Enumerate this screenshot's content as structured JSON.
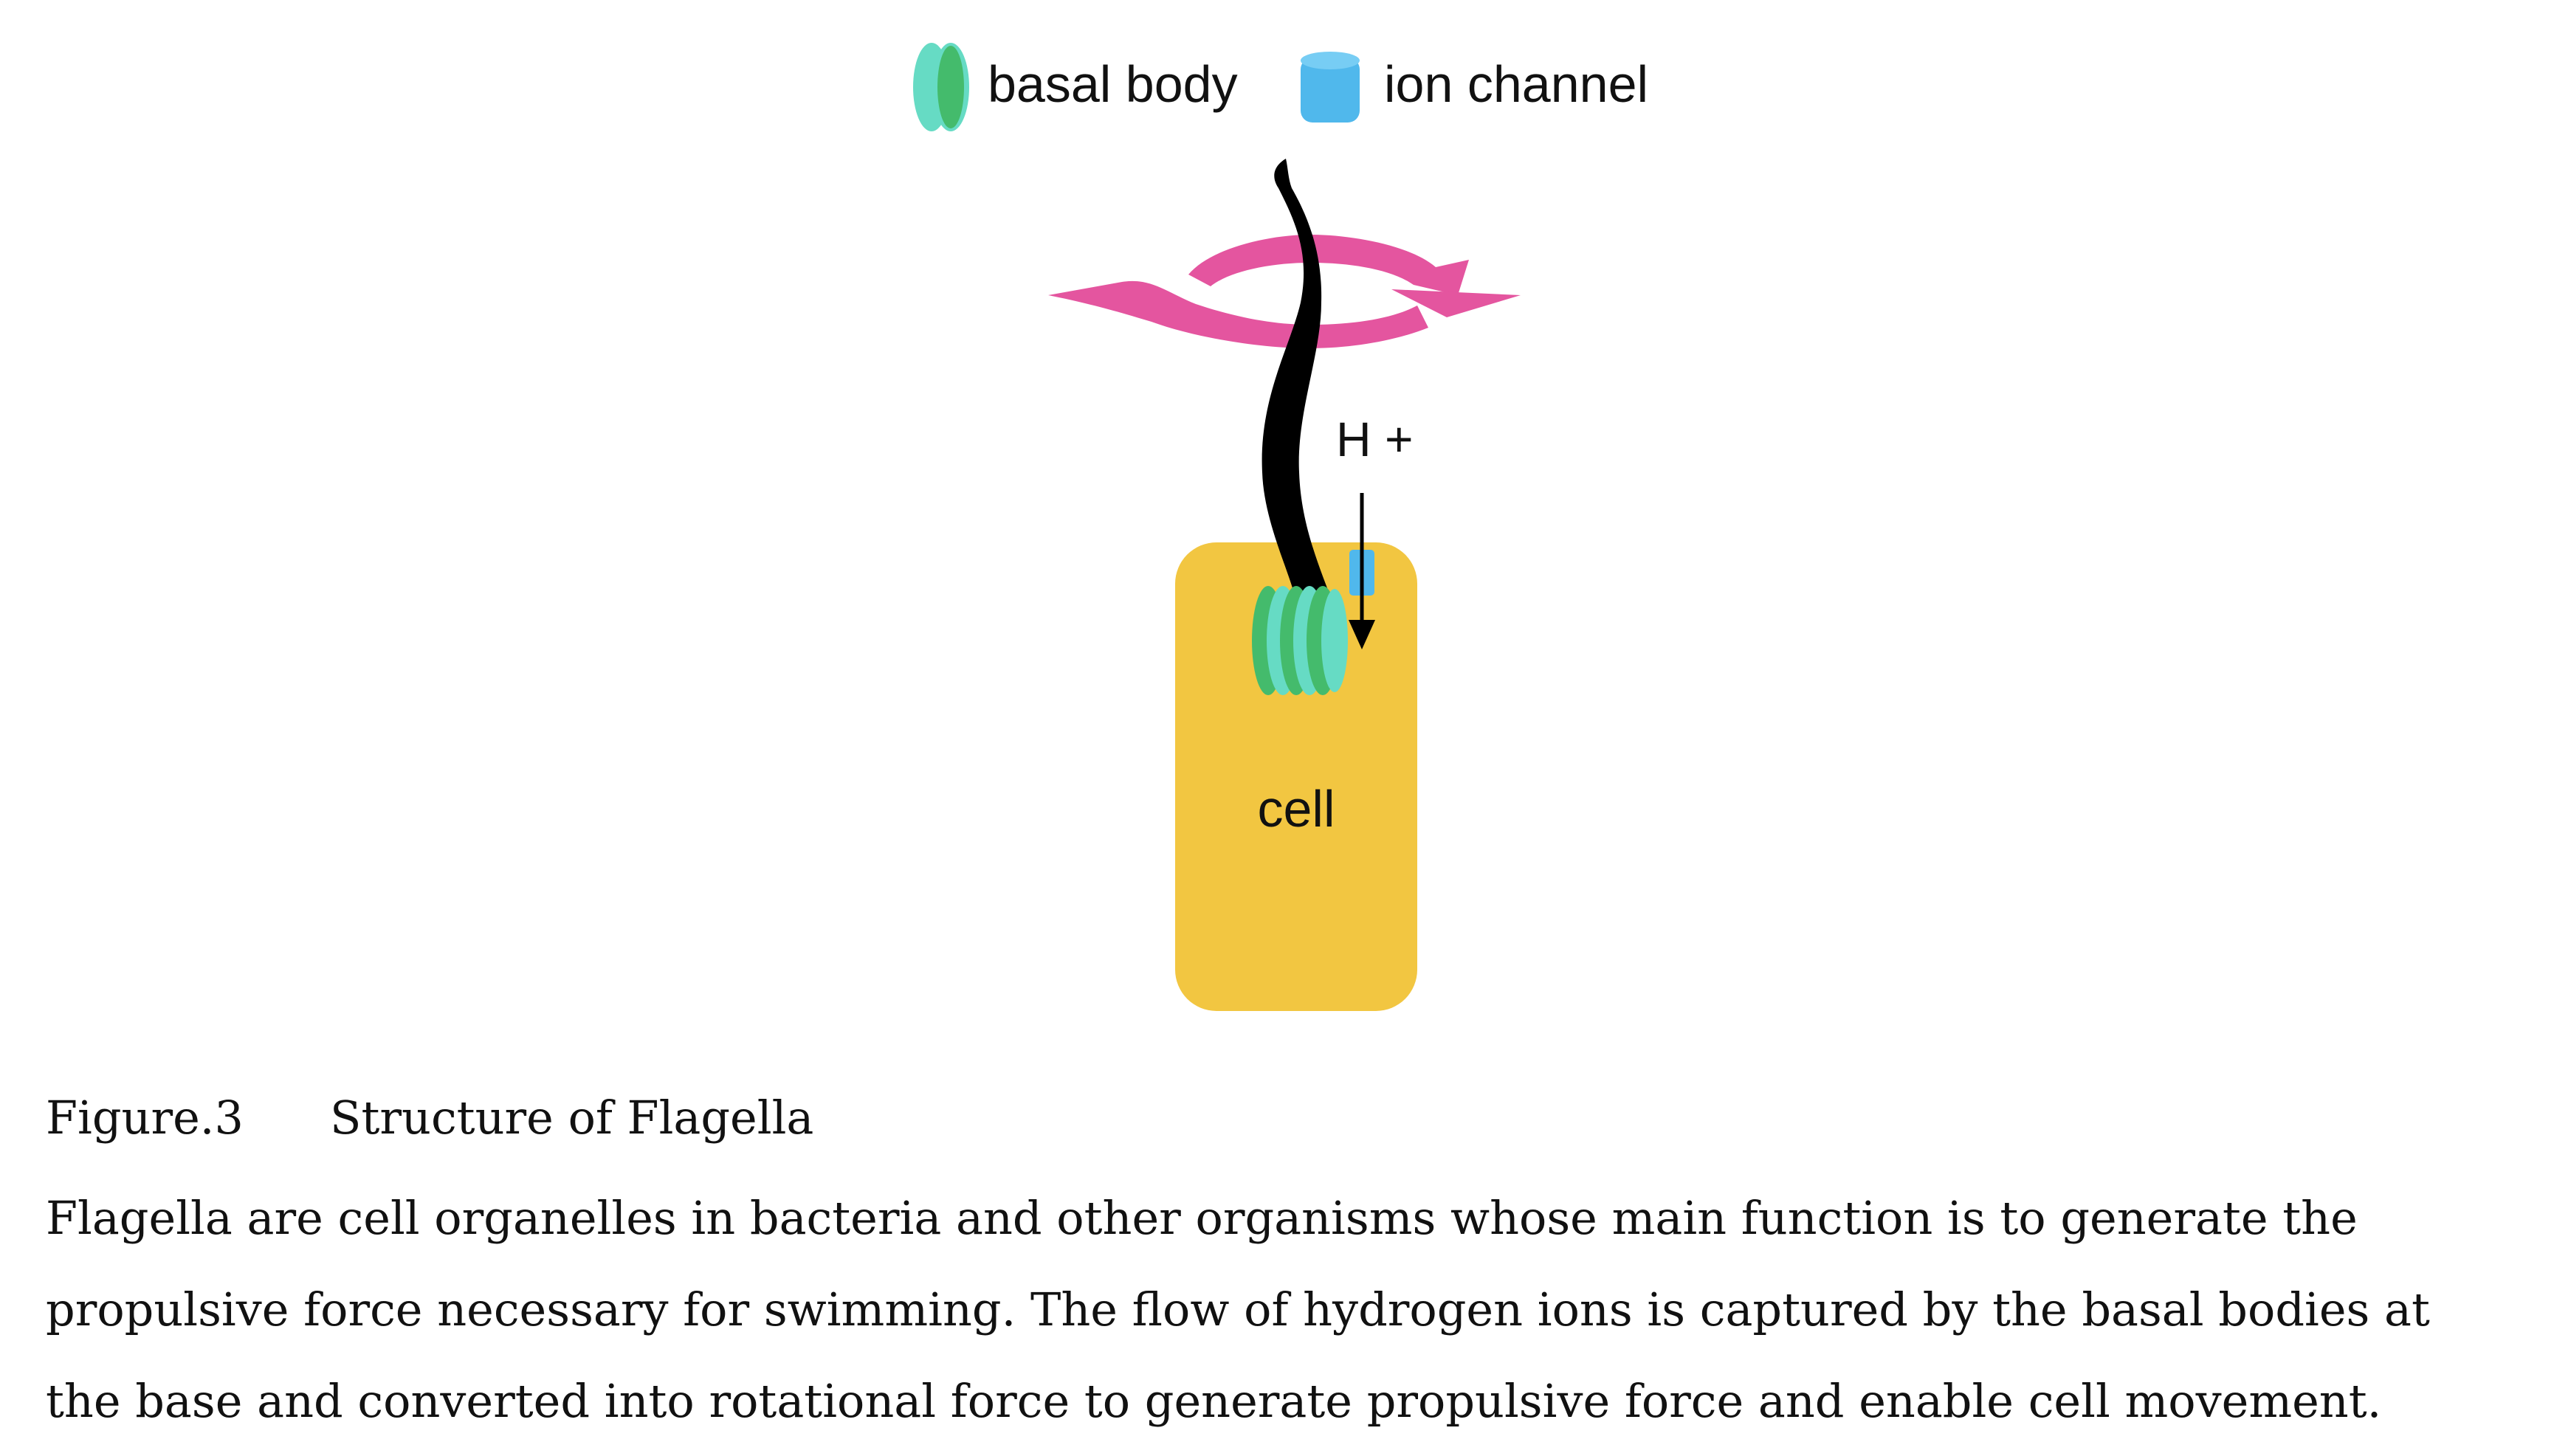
{
  "legend": {
    "basal_body_label": "basal body",
    "ion_channel_label": "ion channel"
  },
  "diagram": {
    "ion_label": "H +",
    "cell_label": "cell"
  },
  "colors": {
    "cell": "#f2c641",
    "basal_body_light": "#66dbc4",
    "basal_body_dark": "#44bb6c",
    "ion_channel": "#50b8ec",
    "rotation_arrow": "#e4559f",
    "flagellum": "#000000"
  },
  "caption": {
    "figure_number": "Figure.3",
    "figure_title": "Structure of Flagella",
    "body_lines": [
      "Flagella are cell organelles in bacteria and other organisms whose main function is to generate the",
      "propulsive force necessary for swimming. The flow of hydrogen ions is captured by the basal bodies at",
      "the base and converted into rotational force to generate propulsive force and enable cell movement."
    ]
  }
}
